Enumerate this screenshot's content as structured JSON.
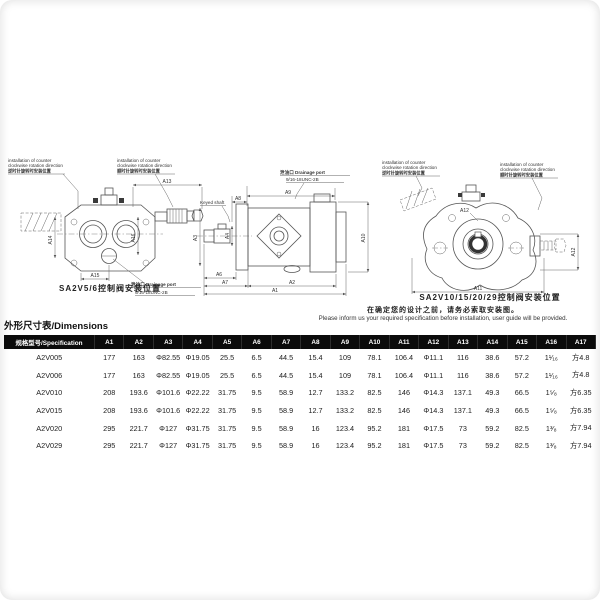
{
  "labels": {
    "install_line1": "installation of counter",
    "install_line2": "clockwise rotation direction",
    "ccw_cn": "逆时针旋转时安装位置",
    "cw_cn": "顺时针旋转时安装位置",
    "drain_port": "泄油口 Drainage port",
    "drain_thread": "9/16-18UNC-2B",
    "keyed_shaft": "Keyed shaft"
  },
  "captions": {
    "left": "SA2V5/6控制阀安装位置",
    "right": "SA2V10/15/20/29控制阀安装位置"
  },
  "note": {
    "cn": "在确定您的设计之前，请务必索取安装图。",
    "en": "Please inform us your required specification before installation, user guide will be provided."
  },
  "section_title": "外形尺寸表/Dimensions",
  "dim_labels": {
    "a1": "A1",
    "a2": "A2",
    "a3": "A3",
    "a4": "A4",
    "a5": "A5",
    "a6": "A6",
    "a7": "A7",
    "a8": "A8",
    "a9": "A9",
    "a10": "A10",
    "a11": "A11",
    "a12": "A12",
    "a13": "A13",
    "a14": "A14",
    "a15": "A15",
    "a16": "A16",
    "a17": "A17"
  },
  "table": {
    "headers": [
      "规格型号/Specification",
      "A1",
      "A2",
      "A3",
      "A4",
      "A5",
      "A6",
      "A7",
      "A8",
      "A9",
      "A10",
      "A11",
      "A12",
      "A13",
      "A14",
      "A15",
      "A16",
      "A17"
    ],
    "rows": [
      [
        "A2V005",
        "177",
        "163",
        "Φ82.55",
        "Φ19.05",
        "25.5",
        "6.5",
        "44.5",
        "15.4",
        "109",
        "78.1",
        "106.4",
        "Φ11.1",
        "116",
        "38.6",
        "57.2",
        "1¹⁄₁₆",
        "方4.8"
      ],
      [
        "A2V006",
        "177",
        "163",
        "Φ82.55",
        "Φ19.05",
        "25.5",
        "6.5",
        "44.5",
        "15.4",
        "109",
        "78.1",
        "106.4",
        "Φ11.1",
        "116",
        "38.6",
        "57.2",
        "1¹⁄₁₆",
        "方4.8"
      ],
      [
        "A2V010",
        "208",
        "193.6",
        "Φ101.6",
        "Φ22.22",
        "31.75",
        "9.5",
        "58.9",
        "12.7",
        "133.2",
        "82.5",
        "146",
        "Φ14.3",
        "137.1",
        "49.3",
        "66.5",
        "1⁵⁄₈",
        "方6.35"
      ],
      [
        "A2V015",
        "208",
        "193.6",
        "Φ101.6",
        "Φ22.22",
        "31.75",
        "9.5",
        "58.9",
        "12.7",
        "133.2",
        "82.5",
        "146",
        "Φ14.3",
        "137.1",
        "49.3",
        "66.5",
        "1⁵⁄₈",
        "方6.35"
      ],
      [
        "A2V020",
        "295",
        "221.7",
        "Φ127",
        "Φ31.75",
        "31.75",
        "9.5",
        "58.9",
        "16",
        "123.4",
        "95.2",
        "181",
        "Φ17.5",
        "73",
        "59.2",
        "82.5",
        "1³⁄₈",
        "方7.94"
      ],
      [
        "A2V029",
        "295",
        "221.7",
        "Φ127",
        "Φ31.75",
        "31.75",
        "9.5",
        "58.9",
        "16",
        "123.4",
        "95.2",
        "181",
        "Φ17.5",
        "73",
        "59.2",
        "82.5",
        "1³⁄₈",
        "方7.94"
      ]
    ]
  }
}
